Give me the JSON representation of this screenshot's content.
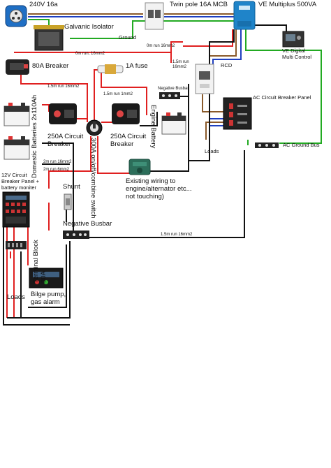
{
  "labels": {
    "shore_power": "240V 16a",
    "mcb": "Twin pole 16A MCB",
    "multiplus": "VE Multiplus 500VA",
    "galvanic_isolator": "Galvanic Isolator",
    "ground": "Ground",
    "digital_control": "VE Digital\nMulti Control",
    "breaker_80a": "80A Breaker",
    "fuse_1a": "1A fuse",
    "rcd": "RCD",
    "negative_busbar_top": "Negative Busbar",
    "ac_breaker_panel": "AC Circuit Breaker Panel",
    "breaker_250a_left": "250A Circuit\nBreaker",
    "breaker_250a_right": "250A Circuit\nBreaker",
    "engine_battery": "Engine Battery",
    "domestic_batteries": "Domestic Batteries 2x110Ah",
    "switch_300a": "300A on/off/combine switch",
    "loads_ac": "Loads",
    "ac_ground_bus": "AC Ground Bus",
    "dc_panel": "12V Circuit\nBreaker Panel +\nbattery moniter",
    "shunt": "Shunt",
    "existing_wiring": "Existing wiring to\nengine/alternator etc...\nnot touching)",
    "negative_busbar_bottom": "Negative Busbar",
    "terminal_block": "Terminal Block\n30A",
    "bilge": "Bilge pump,\ngas alarm",
    "loads_dc": "Loads"
  },
  "runs": {
    "r1": "0m run, 16mm2",
    "r2": "1.5m run 16mm2",
    "r3": "1.5m run 1mm2",
    "r4": "1.5m run\n16mm2",
    "r5": "0m run 16mm2",
    "r6": "2m run 16mm2",
    "r7": "2m run 6mm2",
    "r8": "1.5m run 16mm2"
  },
  "colors": {
    "positive": "#e02020",
    "negative": "#111111",
    "neutral": "#1f3fbf",
    "earth": "#22aa22",
    "ac_live": "#8a5a2a",
    "multiplus_blue": "#1f84c9"
  }
}
